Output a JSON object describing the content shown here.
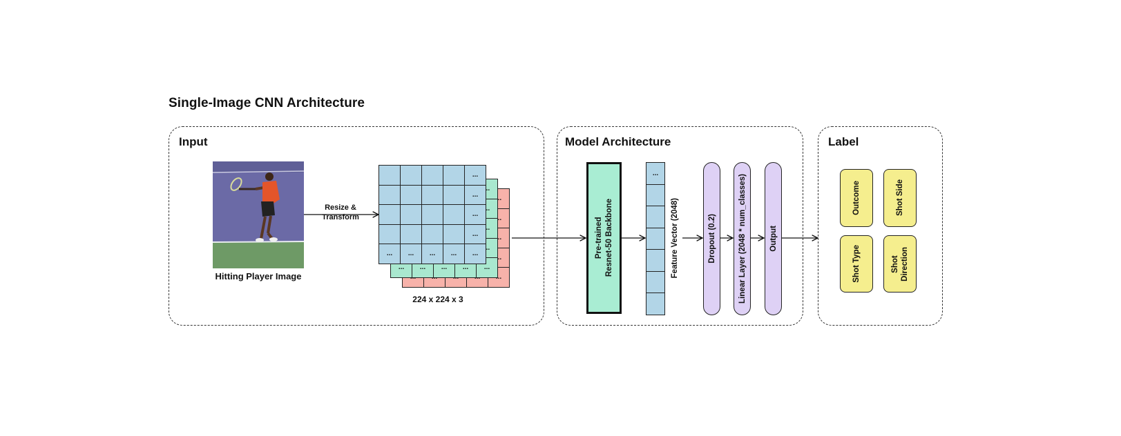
{
  "title": "Single-Image CNN Architecture",
  "panels": {
    "input": {
      "title": "Input"
    },
    "model": {
      "title": "Model Architecture"
    },
    "label": {
      "title": "Label"
    }
  },
  "input": {
    "image_caption": "Hitting Player Image",
    "arrow_label_line1": "Resize &",
    "arrow_label_line2": "Transform",
    "tensor_caption": "224 x 224 x 3",
    "ellipsis": "..."
  },
  "model": {
    "backbone_line1": "Pre-trained",
    "backbone_line2": "Resnet-50 Backbone",
    "feature_vector": "Feature Vector (2048)",
    "feature_ellipsis": "...",
    "dropout": "Dropout (0.2)",
    "linear": "Linear Layer (2048 * num_classes)",
    "output": "Output"
  },
  "labels": {
    "outcome": "Outcome",
    "shot_side": "Shot Side",
    "shot_type": "Shot Type",
    "shot_direction_line1": "Shot",
    "shot_direction_line2": "Direction"
  },
  "colors": {
    "blue_channel": "#b2d5e7",
    "green_channel": "#a9e8cf",
    "red_channel": "#f7b2aa",
    "backbone": "#a9edd3",
    "layer_pill": "#ded1f5",
    "label_card": "#f5ee8e"
  }
}
